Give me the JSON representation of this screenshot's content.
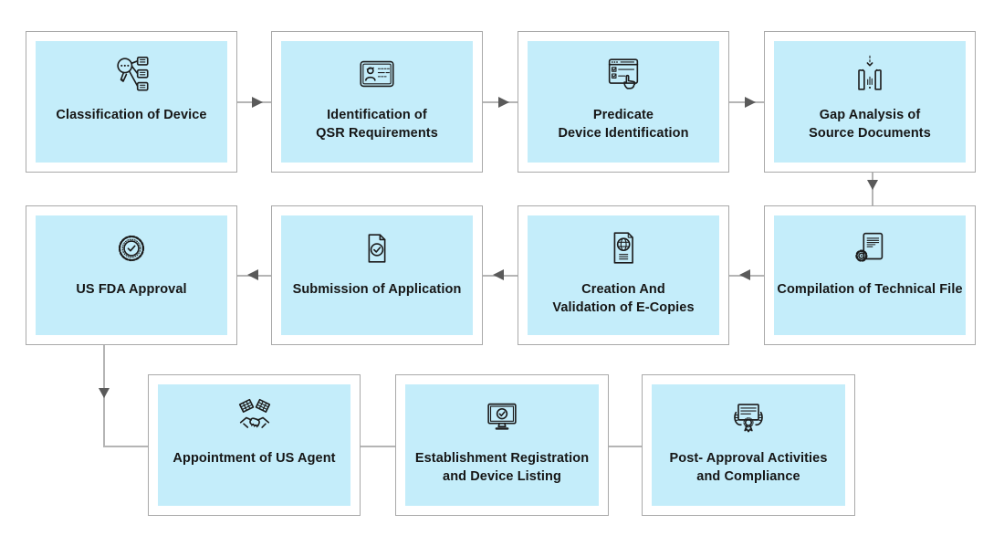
{
  "diagram_type": "process-flowchart",
  "steps": [
    {
      "label": "Classification of Device",
      "icon": "magnifier-classification-icon"
    },
    {
      "label": "Identification of\nQSR Requirements",
      "icon": "id-card-icon"
    },
    {
      "label": "Predicate\nDevice Identification",
      "icon": "checklist-cursor-icon"
    },
    {
      "label": "Gap Analysis of\nSource Documents",
      "icon": "gap-documents-icon"
    },
    {
      "label": "Compilation of Technical File",
      "icon": "document-gear-icon"
    },
    {
      "label": "Creation And\nValidation of E-Copies",
      "icon": "globe-document-icon"
    },
    {
      "label": "Submission of Application",
      "icon": "document-check-icon"
    },
    {
      "label": "US FDA Approval",
      "icon": "approval-seal-icon"
    },
    {
      "label": "Appointment of US Agent",
      "icon": "handshake-flags-icon"
    },
    {
      "label": "Establishment Registration\nand Device Listing",
      "icon": "monitor-check-icon"
    },
    {
      "label": "Post- Approval Activities\nand Compliance",
      "icon": "certificate-hands-icon"
    }
  ],
  "flow": "row1 left-to-right, down, row2 right-to-left, down, row3 left-to-right",
  "colors": {
    "background": "#ffffff",
    "box_fill": "#c4edfa",
    "box_border": "#a9a9a9",
    "connector": "#b5b5b5",
    "arrowhead": "#5a5a5a",
    "icon_color": "#1d1d1d",
    "text_color": "#161616"
  }
}
